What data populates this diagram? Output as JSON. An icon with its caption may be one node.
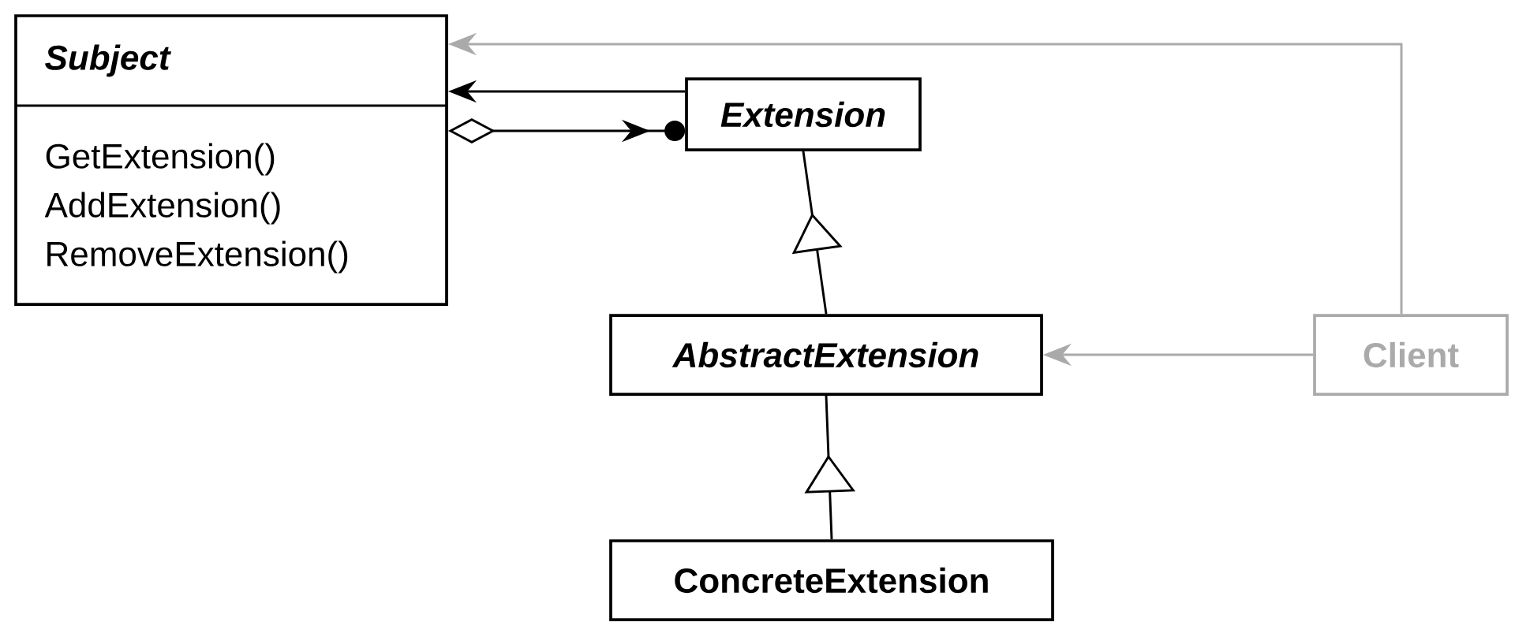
{
  "diagram": {
    "nodes": [
      {
        "text": [
          "Subject",
          "GetExtension()",
          "AddExtension()",
          "RemoveExtension()"
        ]
      },
      {
        "text": [
          "Extension"
        ]
      },
      {
        "text": [
          "AbstractExtension"
        ]
      },
      {
        "text": [
          "ConcreteExtension"
        ]
      },
      {
        "text": [
          "Client"
        ]
      }
    ],
    "edges": [
      {
        "from": 1,
        "to": 0,
        "arrow": "to"
      },
      {
        "from": 0,
        "to": 1,
        "arrow": "other"
      },
      {
        "from": 2,
        "to": 1,
        "arrow": "to"
      },
      {
        "from": 3,
        "to": 2,
        "arrow": "to"
      },
      {
        "from": 4,
        "to": 0,
        "arrow": "to",
        "color": "#aaaaaa"
      },
      {
        "from": 4,
        "to": 2,
        "arrow": "to",
        "color": "#aaaaaa"
      }
    ]
  }
}
